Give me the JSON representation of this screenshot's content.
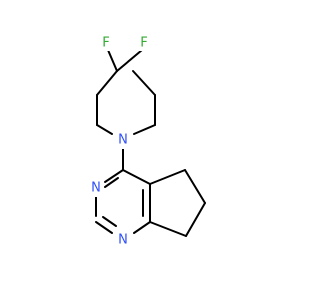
{
  "molecule": {
    "colors": {
      "bond": "#000000",
      "nitrogen": "#3050F8",
      "fluorine": "#33AA33",
      "background": "#ffffff"
    },
    "atoms": {
      "f1": {
        "element": "F",
        "label": "F"
      },
      "f2": {
        "element": "F",
        "label": "F"
      },
      "n_piperidine": {
        "element": "N",
        "label": "N"
      },
      "n_pyrimidine_3": {
        "element": "N",
        "label": "N"
      },
      "n_pyrimidine_1": {
        "element": "N",
        "label": "N"
      }
    }
  }
}
